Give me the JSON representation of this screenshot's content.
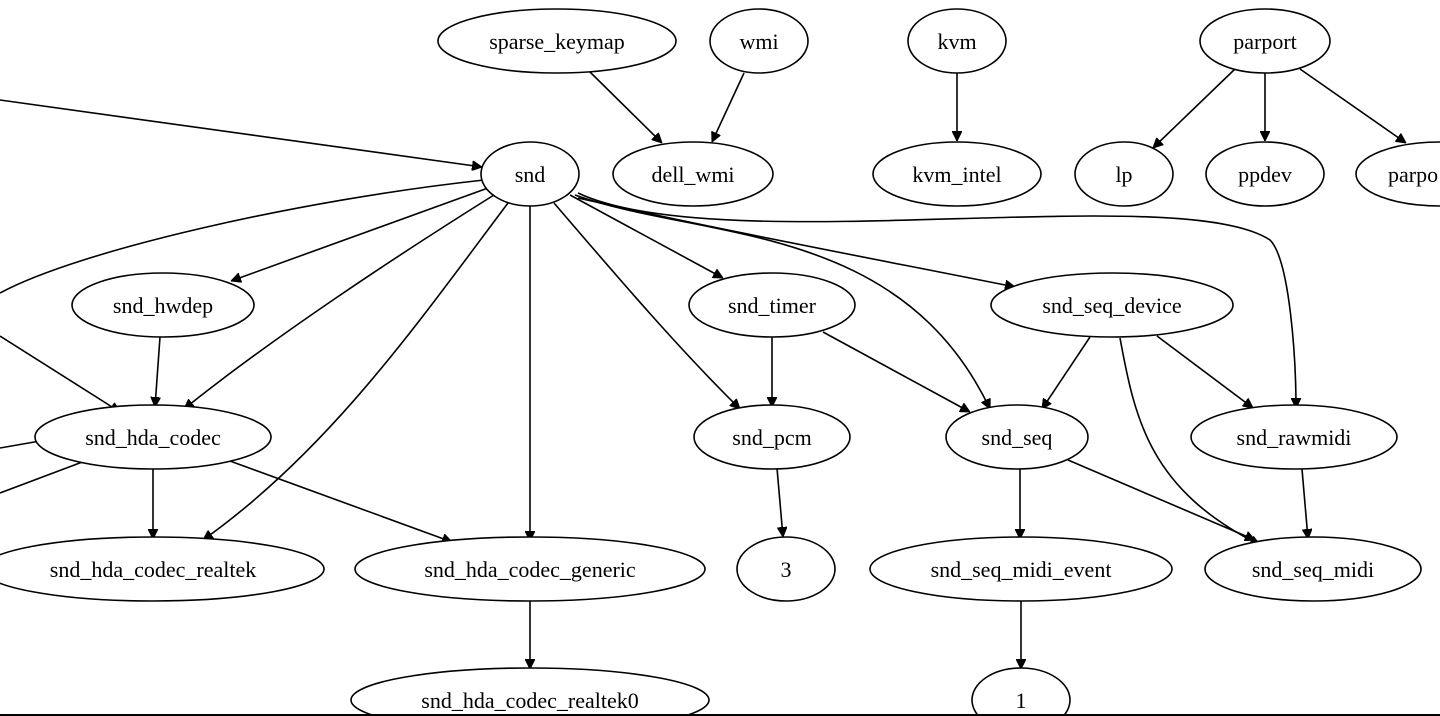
{
  "nodes": {
    "sparse_keymap": "sparse_keymap",
    "wmi": "wmi",
    "kvm": "kvm",
    "parport": "parport",
    "snd": "snd",
    "dell_wmi": "dell_wmi",
    "kvm_intel": "kvm_intel",
    "lp": "lp",
    "ppdev": "ppdev",
    "parport_cut": "parpo",
    "snd_hwdep": "snd_hwdep",
    "snd_timer": "snd_timer",
    "snd_seq_device": "snd_seq_device",
    "snd_hda_codec": "snd_hda_codec",
    "snd_pcm": "snd_pcm",
    "snd_seq": "snd_seq",
    "snd_rawmidi": "snd_rawmidi",
    "snd_hda_codec_realtek": "snd_hda_codec_realtek",
    "snd_hda_codec_generic": "snd_hda_codec_generic",
    "n3": "3",
    "snd_seq_midi_event": "snd_seq_midi_event",
    "snd_seq_midi": "snd_seq_midi",
    "snd_hda_codec_realtek0": "snd_hda_codec_realtek0",
    "n1": "1"
  }
}
